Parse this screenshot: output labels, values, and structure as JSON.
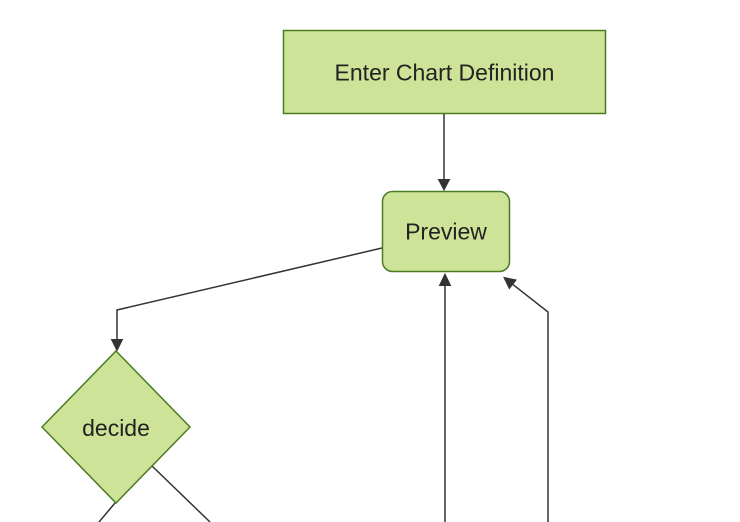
{
  "diagram": {
    "type": "flowchart",
    "direction": "top-down",
    "colors": {
      "background": "#ffffff",
      "node_fill": "#cde498",
      "node_border": "#4a7c23",
      "edge": "#333333",
      "text": "#222222"
    },
    "nodes": {
      "enter_chart_definition": {
        "label": "Enter Chart Definition",
        "shape": "rectangle"
      },
      "preview": {
        "label": "Preview",
        "shape": "rounded-rectangle"
      },
      "decide": {
        "label": "decide",
        "shape": "diamond"
      }
    },
    "edges": [
      {
        "from": "enter_chart_definition",
        "to": "preview",
        "arrow": true
      },
      {
        "from": "preview",
        "to": "decide",
        "arrow": true
      },
      {
        "from": "offscreen_bottom",
        "to": "preview",
        "arrow": true
      },
      {
        "from": "offscreen_bottom_right",
        "to": "preview",
        "arrow": true
      },
      {
        "from": "decide",
        "to": "offscreen_bottom_left",
        "arrow": false
      },
      {
        "from": "decide",
        "to": "offscreen_bottom_right",
        "arrow": false
      }
    ]
  }
}
